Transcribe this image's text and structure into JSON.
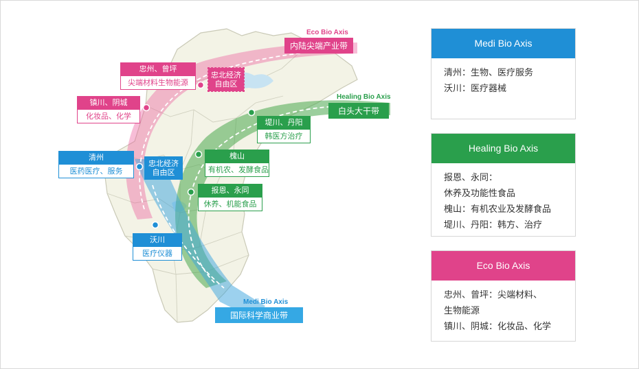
{
  "colors": {
    "medi": "#1f8fd6",
    "healing": "#2a9f4c",
    "eco": "#e0438a",
    "medi_light": "#35a8e4",
    "healing_light": "#7cc06d",
    "eco_light": "#f06aa4"
  },
  "belts": {
    "eco": {
      "axis": "Eco Bio Axis",
      "title": "内陆尖端产业带"
    },
    "healing": {
      "axis": "Healing Bio Axis",
      "title": "白头大干带"
    },
    "medi": {
      "axis": "Medi Bio Axis",
      "title": "国际科学商业带"
    }
  },
  "labels": {
    "chungju": {
      "top": "忠州、曾坪",
      "bottom": "尖端材料生物能源"
    },
    "free_zone_north": {
      "text": "忠北经济自由区"
    },
    "jincheon": {
      "top": "镇川、阴城",
      "bottom": "化妆品、化学"
    },
    "jecheon": {
      "top": "堤川、丹阳",
      "bottom": "韩医方治疗"
    },
    "cheongju": {
      "top": "清州",
      "bottom": "医药医疗、服务"
    },
    "free_zone_south": {
      "text": "忠北经济自由区"
    },
    "goesan": {
      "top": "槐山",
      "bottom": "有机农、发酵食品"
    },
    "boeun": {
      "top": "报恩、永同",
      "bottom": "休养、机能食品"
    },
    "ochang": {
      "top": "沃川",
      "bottom": "医疗仪器"
    }
  },
  "cards": [
    {
      "title": "Medi Bio Axis",
      "rows": [
        "清州：生物、医疗服务",
        "沃川：医疗器械"
      ]
    },
    {
      "title": "Healing Bio Axis",
      "rows": [
        "报恩、永同：",
        "休养及功能性食品",
        "槐山：有机农业及发酵食品",
        "堤川、丹阳：韩方、治疗"
      ]
    },
    {
      "title": "Eco Bio Axis",
      "rows": [
        "忠州、曾坪：尖端材料、",
        "生物能源",
        "镇川、阴城：化妆品、化学"
      ]
    }
  ]
}
